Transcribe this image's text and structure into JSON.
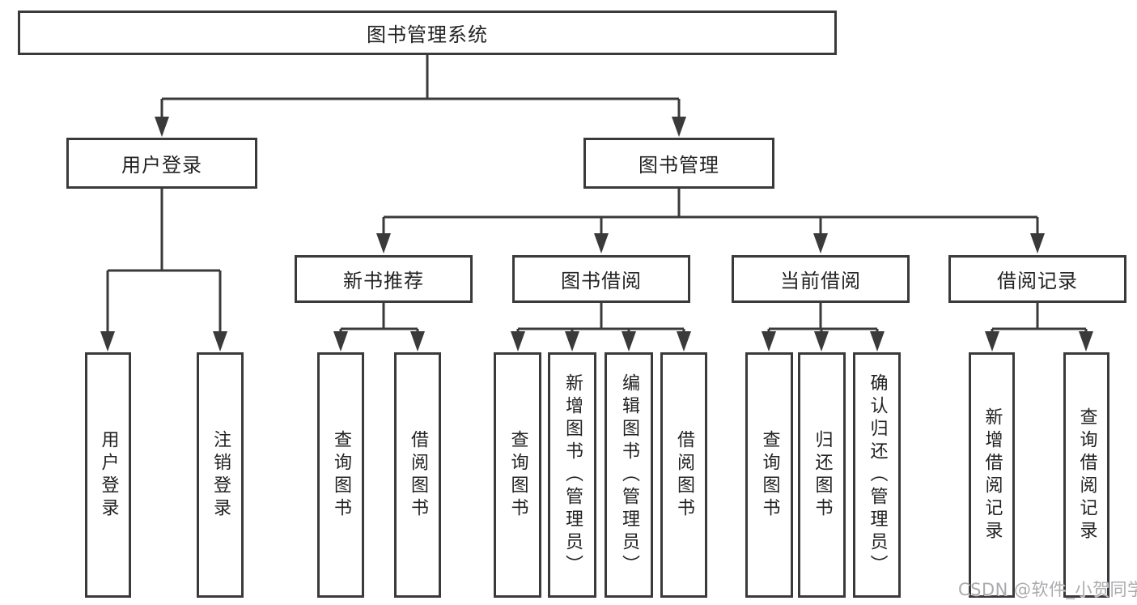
{
  "tree": {
    "label": "图书管理系统",
    "children": [
      {
        "label": "用户登录",
        "children": [
          {
            "label": "用户登录"
          },
          {
            "label": "注销登录"
          }
        ]
      },
      {
        "label": "图书管理",
        "children": [
          {
            "label": "新书推荐",
            "children": [
              {
                "label": "查询图书"
              },
              {
                "label": "借阅图书"
              }
            ]
          },
          {
            "label": "图书借阅",
            "children": [
              {
                "label": "查询图书"
              },
              {
                "label": "新增图书（管理员）"
              },
              {
                "label": "编辑图书（管理员）"
              },
              {
                "label": "借阅图书"
              }
            ]
          },
          {
            "label": "当前借阅",
            "children": [
              {
                "label": "查询图书"
              },
              {
                "label": "归还图书"
              },
              {
                "label": "确认归还（管理员）"
              }
            ]
          },
          {
            "label": "借阅记录",
            "children": [
              {
                "label": "新增借阅记录"
              },
              {
                "label": "查询借阅记录"
              }
            ]
          }
        ]
      }
    ]
  },
  "watermark": "CSDN @软件_小贺同学",
  "colors": {
    "line": "#3a3a3a",
    "box_border": "#3a3a3a",
    "text": "#222222",
    "watermark": "#a9abae",
    "background": "#ffffff"
  }
}
